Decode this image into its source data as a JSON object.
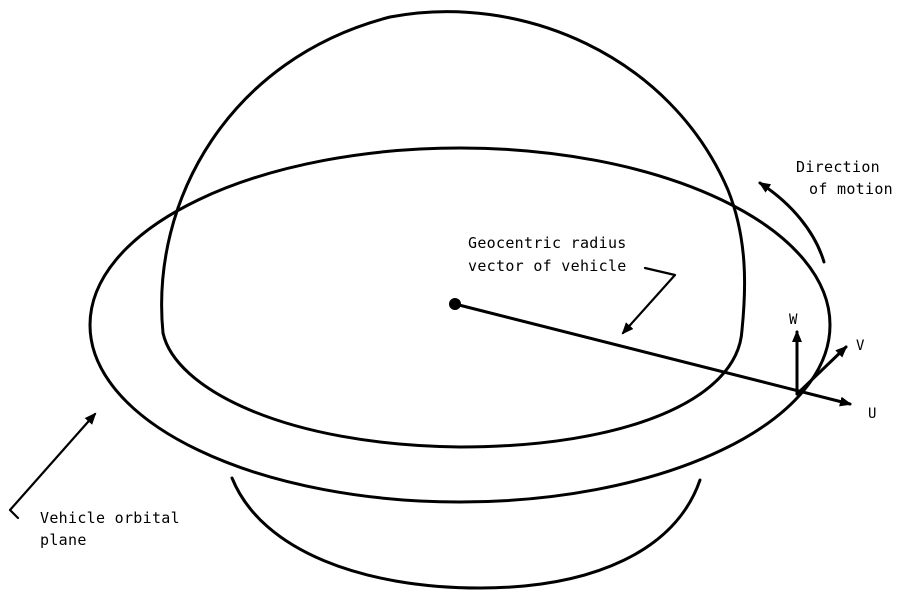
{
  "labels": {
    "direction": [
      "Direction",
      "of motion"
    ],
    "radius_vector": [
      "Geocentric radius",
      "vector of vehicle"
    ],
    "orbital_plane": [
      "Vehicle orbital",
      "plane"
    ],
    "axis_w": "W",
    "axis_v": "V",
    "axis_u": "U"
  }
}
